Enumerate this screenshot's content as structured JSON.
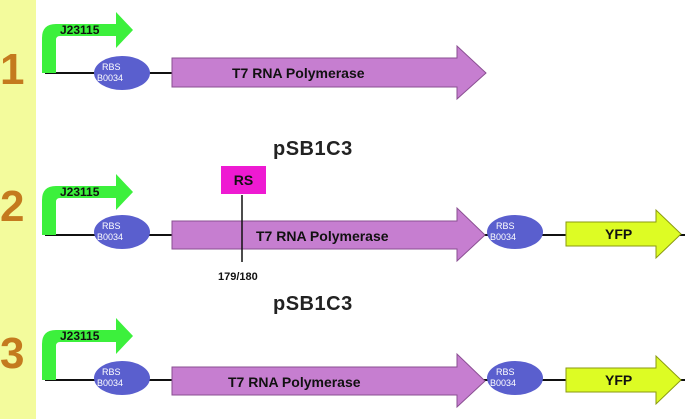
{
  "rows": [
    {
      "number": "1",
      "promoter": "J23115",
      "rbs": [
        "RBS",
        "B0034"
      ],
      "gene": "T7 RNA Polymerase"
    },
    {
      "number": "2",
      "promoter": "J23115",
      "rbs": [
        "RBS",
        "B0034"
      ],
      "gene": "T7 RNA Polymerase",
      "rbs2": [
        "RBS",
        "B0034"
      ],
      "gene2": "YFP"
    },
    {
      "number": "3",
      "promoter": "J23115",
      "rbs": [
        "RBS",
        "B0034"
      ],
      "gene": "T7 RNA Polymerase",
      "rbs2": [
        "RBS",
        "B0034"
      ],
      "gene2": "YFP"
    }
  ],
  "plasmid_labels": [
    "pSB1C3",
    "pSB1C3"
  ],
  "restriction_site": {
    "label": "RS",
    "position": "179/180"
  },
  "colors": {
    "band": "#f3fb9c",
    "number": "#c47a1e",
    "promoter": "#3cf03c",
    "rbs": "#5a5fce",
    "t7": "#c67ed0",
    "yfp": "#ddfc24",
    "rs": "#ee1ad2"
  }
}
